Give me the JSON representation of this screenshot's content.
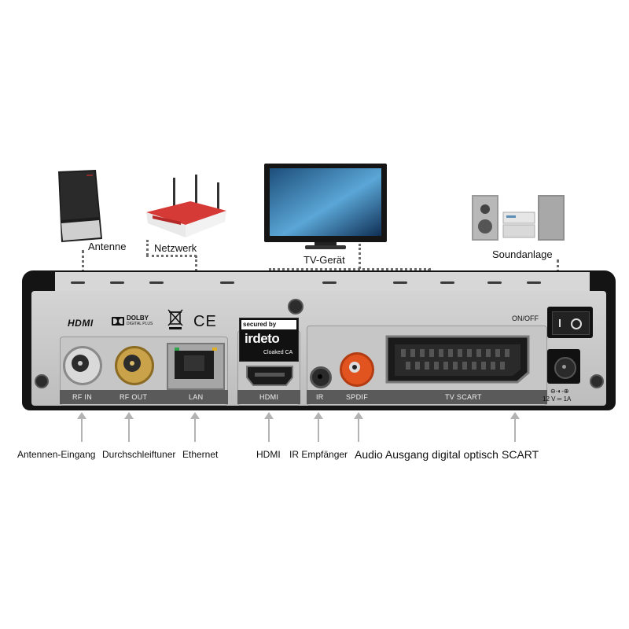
{
  "devices": {
    "antenna": "Antenne",
    "network": "Netzwerk",
    "tv": "TV-Gerät",
    "sound": "Soundanlage"
  },
  "panel": {
    "hdmi_logo": "HDMI",
    "dolby_line1": "DOLBY",
    "dolby_line2": "DIGITAL PLUS",
    "ce_mark": "CE",
    "secured_by": "secured by",
    "irdeto": "irdeto",
    "cloaked_ca": "Cloaked CA",
    "on_off": "ON/OFF",
    "power_spec": "12 V ═ 1A",
    "port_labels": {
      "rf_in": "RF IN",
      "rf_out": "RF OUT",
      "lan": "LAN",
      "hdmi": "HDMI",
      "ir": "IR",
      "spdif": "SPDIF",
      "tv_scart": "TV SCART"
    }
  },
  "captions": {
    "antennen_eingang": "Antennen-Eingang",
    "durchschleiftuner": "Durchschleiftuner",
    "ethernet": "Ethernet",
    "hdmi": "HDMI",
    "ir_empfaenger": "IR Empfänger",
    "audio_ausgang": "Audio Ausgang digital optisch",
    "scart": "SCART"
  },
  "colors": {
    "panel_silver": "#c8c8c8",
    "housing_black": "#1a1a1a",
    "connector_gold": "#c9a24a",
    "spdif_orange": "#e2541f",
    "router_red": "#c8302d"
  }
}
